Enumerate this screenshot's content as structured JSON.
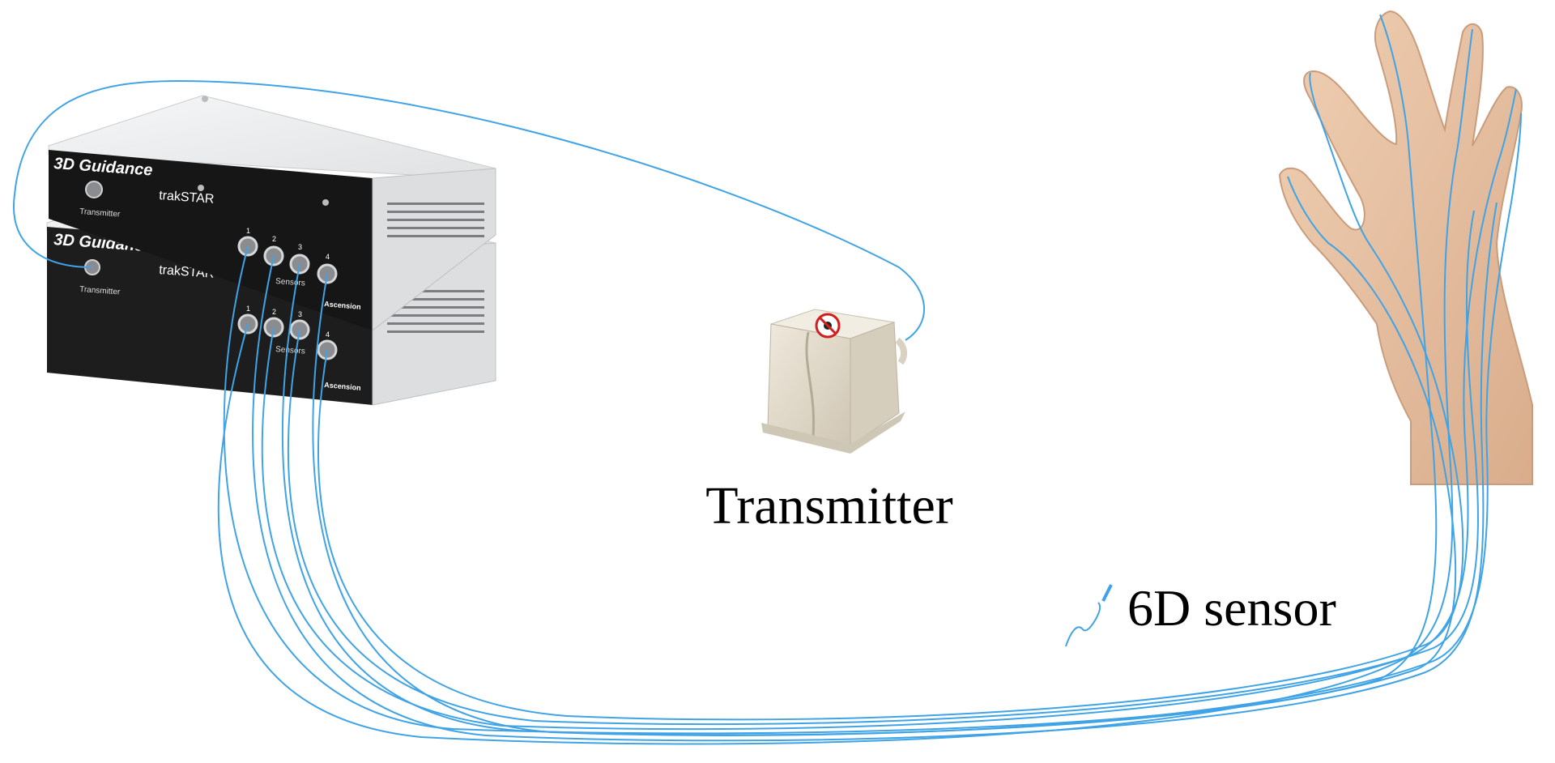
{
  "colors": {
    "cable": "#3fa3e6",
    "unit_front": "#1a1a1a",
    "unit_body": "#eef0f1",
    "unit_side": "#d8dadc",
    "transmitter_body": "#e9e2d4",
    "skin": "#e8c4a6",
    "text": "#000000"
  },
  "icons": [
    "transmitter-cube-icon",
    "sensor-squiggle-icon",
    "hand-illustration",
    "trakstar-unit-illustration"
  ],
  "units": [
    {
      "brand": "3D Guidance",
      "model": "trakSTAR",
      "transmitter_port_label": "Transmitter",
      "sensors_label": "Sensors",
      "port_numbers": [
        "1",
        "2",
        "3",
        "4"
      ],
      "logo_text": "Ascension"
    },
    {
      "brand": "3D Guidance",
      "model": "trakSTAR",
      "transmitter_port_label": "Transmitter",
      "sensors_label": "Sensors",
      "port_numbers": [
        "1",
        "2",
        "3",
        "4"
      ],
      "logo_text": "Ascension"
    }
  ],
  "labels": {
    "transmitter": "Transmitter",
    "sensor": "6D sensor"
  }
}
